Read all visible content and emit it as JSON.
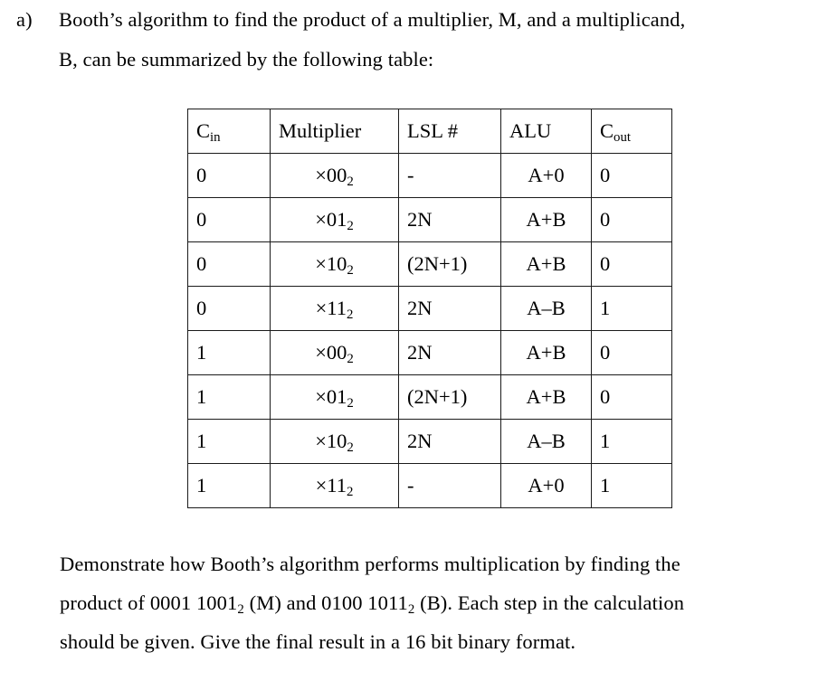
{
  "question": {
    "marker": "a)",
    "line1": "Booth’s algorithm to find the product of a multiplier, M, and a multiplicand,",
    "line2": "B, can be summarized by the following table:"
  },
  "table": {
    "headers": [
      {
        "text": "C",
        "sub": "in"
      },
      {
        "text": "Multiplier",
        "sub": ""
      },
      {
        "text": "LSL #",
        "sub": ""
      },
      {
        "text": "ALU",
        "sub": ""
      },
      {
        "text": "C",
        "sub": "out"
      }
    ],
    "rows": [
      {
        "cin": "0",
        "multiplier": "×00",
        "multiplier_sub": "2",
        "lsl": "-",
        "alu": "A+0",
        "cout": "0"
      },
      {
        "cin": "0",
        "multiplier": "×01",
        "multiplier_sub": "2",
        "lsl": "2N",
        "alu": "A+B",
        "cout": "0"
      },
      {
        "cin": "0",
        "multiplier": "×10",
        "multiplier_sub": "2",
        "lsl": "(2N+1)",
        "alu": "A+B",
        "cout": "0"
      },
      {
        "cin": "0",
        "multiplier": "×11",
        "multiplier_sub": "2",
        "lsl": "2N",
        "alu": "A–B",
        "cout": "1"
      },
      {
        "cin": "1",
        "multiplier": "×00",
        "multiplier_sub": "2",
        "lsl": "2N",
        "alu": "A+B",
        "cout": "0"
      },
      {
        "cin": "1",
        "multiplier": "×01",
        "multiplier_sub": "2",
        "lsl": "(2N+1)",
        "alu": "A+B",
        "cout": "0"
      },
      {
        "cin": "1",
        "multiplier": "×10",
        "multiplier_sub": "2",
        "lsl": "2N",
        "alu": "A–B",
        "cout": "1"
      },
      {
        "cin": "1",
        "multiplier": "×11",
        "multiplier_sub": "2",
        "lsl": "-",
        "alu": "A+0",
        "cout": "1"
      }
    ]
  },
  "closing": {
    "line1": "Demonstrate how Booth’s algorithm performs multiplication by finding the",
    "line2_a": "product of 0001 1001",
    "line2_sub1": "2",
    "line2_b": " (M) and 0100 1011",
    "line2_sub2": "2",
    "line2_c": " (B).  Each step in the calculation",
    "line3": "should be given.  Give the final result in a 16 bit binary format."
  },
  "colors": {
    "text": "#000000",
    "background": "#ffffff",
    "border": "#1b1b1b"
  }
}
